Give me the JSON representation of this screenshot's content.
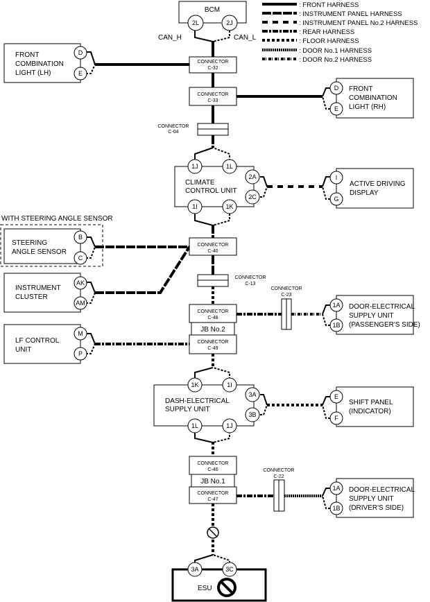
{
  "legend": [
    {
      "style": "front",
      "label": ": FRONT HARNESS"
    },
    {
      "style": "ip",
      "label": ": INSTRUMENT PANEL HARNESS"
    },
    {
      "style": "ip2",
      "label": ": INSTRUMENT PANEL No.2 HARNESS"
    },
    {
      "style": "rear",
      "label": ": REAR HARNESS"
    },
    {
      "style": "floor",
      "label": ": FLOOR HARNESS"
    },
    {
      "style": "door1",
      "label": ": DOOR No.1 HARNESS"
    },
    {
      "style": "door2",
      "label": ": DOOR No.2 HARNESS"
    }
  ],
  "bcm": {
    "name": "BCM",
    "pins": [
      "2L",
      "2J"
    ],
    "can_h": "CAN_H",
    "can_l": "CAN_L"
  },
  "connectors": {
    "word": "CONNECTOR",
    "c32": "C-32",
    "c33": "C-33",
    "c04": "C-04",
    "c40": "C-40",
    "c13": "C-13",
    "c48": "C-48",
    "c49": "C-49",
    "c23": "C-23",
    "c46": "C-46",
    "c47": "C-47",
    "c22": "C-22"
  },
  "junction_boxes": {
    "jb2": "JB No.2",
    "jb1": "JB No.1"
  },
  "modules": {
    "fcl_lh": {
      "lines": [
        "FRONT",
        "COMBINATION",
        "LIGHT (LH)"
      ],
      "pins": [
        "D",
        "E"
      ]
    },
    "fcl_rh": {
      "lines": [
        "FRONT",
        "COMBINATION",
        "LIGHT (RH)"
      ],
      "pins": [
        "D",
        "E"
      ]
    },
    "ccu": {
      "lines": [
        "CLIMATE",
        "CONTROL UNIT"
      ],
      "pins_top": [
        "1J",
        "1L"
      ],
      "pins_bottom": [
        "1I",
        "1K"
      ],
      "pins_side": [
        "2A",
        "2C"
      ]
    },
    "add": {
      "lines": [
        "ACTIVE DRIVING",
        "DISPLAY"
      ],
      "pins": [
        "I",
        "G"
      ]
    },
    "sas_group": "WITH STEERING ANGLE SENSOR",
    "sas": {
      "lines": [
        "STEERING",
        "ANGLE SENSOR"
      ],
      "pins": [
        "B",
        "C"
      ]
    },
    "ic": {
      "lines": [
        "INSTRUMENT",
        "CLUSTER"
      ],
      "pins": [
        "AK",
        "AM"
      ]
    },
    "desu_pass": {
      "lines": [
        "DOOR-ELECTRICAL",
        "SUPPLY UNIT",
        "(PASSENGER'S SIDE)"
      ],
      "pins": [
        "1A",
        "1B"
      ]
    },
    "lf": {
      "lines": [
        "LF CONTROL",
        "UNIT"
      ],
      "pins": [
        "M",
        "P"
      ]
    },
    "dash": {
      "lines": [
        "DASH-ELECTRICAL",
        "SUPPLY UNIT"
      ],
      "pins_top": [
        "1K",
        "1I"
      ],
      "pins_bottom": [
        "1L",
        "1J"
      ],
      "pins_side": [
        "3A",
        "3B"
      ]
    },
    "shift": {
      "lines": [
        "SHIFT PANEL",
        "(INDICATOR)"
      ],
      "pins": [
        "E",
        "F"
      ]
    },
    "desu_drv": {
      "lines": [
        "DOOR-ELECTRICAL",
        "SUPPLY UNIT",
        "(DRIVER'S SIDE)"
      ],
      "pins": [
        "1A",
        "1B"
      ]
    },
    "esu": {
      "name": "ESU",
      "pins": [
        "3A",
        "3C"
      ],
      "status_icon": "prohibited-icon"
    }
  }
}
